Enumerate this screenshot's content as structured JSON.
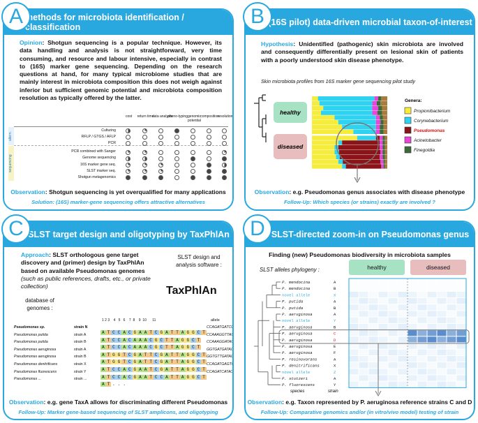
{
  "panelA": {
    "letter": "A",
    "title": "methods for microbiota identification / classification",
    "opinion_label": "Opinion",
    "opinion_text": ": Shotgun sequencing is a popular technique. However, its data handling and analysis is not straightforward, very time consuming, and resource and labour intensive, especially in contrast to (16S) marker gene sequencing. Depending on the research questions at hand, for many typical microbiome studies that are mainly interest in microbiota composition this does not weigh against inferior but sufficient genomic potential and microbiota composition resolution as typically offered by the latter.",
    "columns": [
      "cost",
      "return time",
      "data analysis",
      "pheno-typing",
      "genomic potential",
      "composition",
      "resolution"
    ],
    "group_alternatives": "altern.",
    "group_sequencing": "sequencing",
    "methods": [
      {
        "name": "Culturing",
        "fills": [
          "h",
          "q",
          "e",
          "f",
          "e",
          "e",
          "e"
        ]
      },
      {
        "name": "RFLP / GTGS / AFLP",
        "fills": [
          "e",
          "e",
          "e",
          "e",
          "e",
          "e",
          "e"
        ]
      },
      {
        "name": "PCR",
        "fills": [
          "e",
          "e",
          "e",
          "e",
          "e",
          "e",
          "e"
        ]
      },
      {
        "name": "PCR combined with Sanger",
        "fills": [
          "q",
          "q",
          "e",
          "e",
          "e",
          "e",
          "q"
        ]
      },
      {
        "name": "Genome sequencing",
        "fills": [
          "h",
          "h",
          "e",
          "e",
          "f",
          "e",
          "f"
        ]
      },
      {
        "name": "16S marker gene seq.",
        "fills": [
          "q",
          "q",
          "q",
          "e",
          "e",
          "f",
          "h"
        ]
      },
      {
        "name": "SLST marker seq.",
        "fills": [
          "q",
          "q",
          "q",
          "e",
          "e",
          "f",
          "f"
        ]
      },
      {
        "name": "Shotgun metagenomics",
        "fills": [
          "f",
          "f",
          "f",
          "e",
          "f",
          "f",
          "f"
        ]
      }
    ],
    "observation_label": "Observation",
    "observation_text": ": Shotgun sequencing is yet overqualified for many applications",
    "solution_label": "Solution",
    "solution_text": ": (16S) marker-gene sequencing offers attractive alternatives"
  },
  "panelB": {
    "letter": "B",
    "title": "(16S pilot) data-driven microbial taxon-of-interest",
    "hypothesis_label": "Hypothesis",
    "hypothesis_text": ": Unidentified (pathogenic) skin microbiota are involved and consequently differentially present on lesional skin of patients with a poorly understood skin disease phenotype.",
    "subtitle": "Skin microbiota profiles from 16S marker gene sequencing pilot study",
    "group_healthy": "healthy",
    "group_diseased": "diseased",
    "genera_title": "Genera:",
    "genera": [
      {
        "name": "Propionibacterium",
        "color": "#f5ec3c"
      },
      {
        "name": "Corynebacterium",
        "color": "#2fd3f2"
      },
      {
        "name": "Pseudomonas",
        "color": "#8b1418"
      },
      {
        "name": "Acinetobacter",
        "color": "#e646d9"
      },
      {
        "name": "Finegoldia",
        "color": "#3a6b38"
      }
    ],
    "observation_label": "Observation",
    "observation_text": ": e.g. Pseudomonas genus associates with disease phenotype",
    "followup_label": "Follow-Up",
    "followup_text": ": Which species (or strains) exactly are involved ?"
  },
  "panelC": {
    "letter": "C",
    "title": "SLST target design and oligotyping by TaxPhlAn",
    "approach_label": "Approach",
    "approach_text": ": SLST orthologous gene target discovery and (primer) design by TaxPhlAn based on available Pseudomonas genomes",
    "approach_italic": "(such as public references, drafts, etc., or private collection)",
    "software_label": "SLST design and analysis software :",
    "software_name": "TaxPhlAn",
    "database_label": "database of genomes :",
    "positions": "1 2 3    4   5   6    7  8    9  10      11",
    "allele_header": "allele",
    "species_header": "Pseudomonas sp.",
    "strain_header": "strain N",
    "rows": [
      {
        "species": "Pseudomonas sp.",
        "strain": "strain N",
        "seq": "ATCCACGAATCGATTAGGCT",
        "allele": "CCAGATGATCG"
      },
      {
        "species": "Pseudomonas putida",
        "strain": "strain A",
        "seq": "ATCCACAAACGCTTAGGCT",
        "allele": "CCAAAGGTTAC"
      },
      {
        "species": "Pseudomonas putida",
        "strain": "strain B",
        "seq": "ATCCACAAACGCTTAGGCT",
        "allele": "CCAAAGGATAC"
      },
      {
        "species": "Pseudomonas aeruginosa",
        "strain": "strain A",
        "seq": "ATGGTCGATTCGATTAGGCT",
        "allele": "GGTGATGATAC"
      },
      {
        "species": "Pseudomonas aeruginosa",
        "strain": "strain B",
        "seq": "ATGGTCGATTCGATTAGGCT",
        "allele": "GGTGTTGATAG"
      },
      {
        "species": "Pseudomonas denitrificans",
        "strain": "strain X",
        "seq": "ATCCACGAATCGATTAGGCT",
        "allele": "CCAGATGAGTC"
      },
      {
        "species": "Pseudomonas fluorescens",
        "strain": "strain Y",
        "seq": "ATCCACGAATCCATTAGGCT",
        "allele": "CCAGATCATAC"
      },
      {
        "species": "Pseudomonas ...",
        "strain": "strain ...",
        "seq": "AT...",
        "allele": ""
      }
    ],
    "observation_label": "Observation",
    "observation_text": ": e.g. gene TaxA allows for discriminating different Pseudomonas",
    "followup_label": "Follow-Up",
    "followup_text": ": Marker gene-based sequencing of SLST amplicons, and oligotyping"
  },
  "panelD": {
    "letter": "D",
    "title": "SLST-directed zoom-in on Pseudomonas genus",
    "subtitle": "Finding (new) Pseudomonas biodiversity in microbiota samples",
    "phylogeny_label": "SLST alleles phylogeny :",
    "group_healthy": "healthy",
    "group_diseased": "diseased",
    "leaves": [
      {
        "species": "P. mendocina",
        "strain": "A"
      },
      {
        "species": "P. mendocina",
        "strain": "B"
      },
      {
        "species": "novel allele",
        "strain": "X"
      },
      {
        "species": "P. putida",
        "strain": "A"
      },
      {
        "species": "P. putida",
        "strain": "B"
      },
      {
        "species": "P. aeruginosa",
        "strain": "A"
      },
      {
        "species": "novel allele",
        "strain": "Y"
      },
      {
        "species": "P. aeruginosa",
        "strain": "B"
      },
      {
        "species": "P. aeruginosa",
        "strain": "C"
      },
      {
        "species": "P. aeruginosa",
        "strain": "D"
      },
      {
        "species": "P. aeruginosa",
        "strain": "E"
      },
      {
        "species": "P. aeruginosa",
        "strain": "F"
      },
      {
        "species": "P. resinovorans",
        "strain": "A"
      },
      {
        "species": "P. denitrificans",
        "strain": "X"
      },
      {
        "species": "novel allele",
        "strain": "Z"
      },
      {
        "species": "P. stutzeri",
        "strain": "A"
      },
      {
        "species": "P. fluorescens",
        "strain": "Y"
      }
    ],
    "species_label": "species",
    "strain_label": "strain",
    "observation_label": "Observation",
    "observation_text": ": e.g. Taxon represented by P. aeruginosa reference strains C and D",
    "followup_label": "Follow-Up",
    "followup_text": ": Comparative genomics and/or (in vitro/vivo model) testing of strain"
  }
}
